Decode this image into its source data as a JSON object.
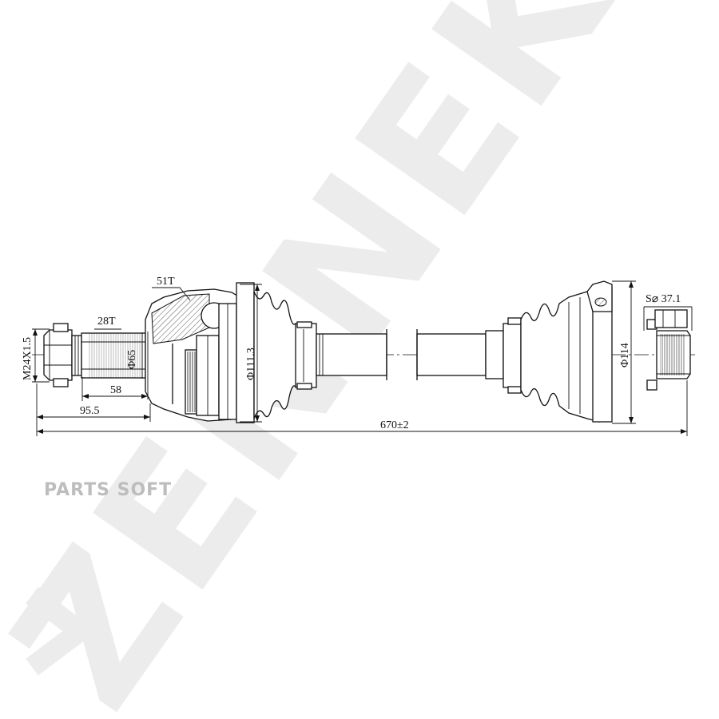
{
  "watermark": {
    "brand": "ZENNEK",
    "tagline": "PARTS SOFT"
  },
  "dimensions": {
    "thread": "M24X1.5",
    "outer_spline": "28T",
    "abs_ring": "51T",
    "dia_outer_shaft": "Φ65",
    "dia_joint": "Φ111.3",
    "dia_inner_joint": "Φ114",
    "hex": "S⌀ 37.1",
    "len_58": "58",
    "len_95_5": "95.5",
    "total_length": "670±2"
  }
}
